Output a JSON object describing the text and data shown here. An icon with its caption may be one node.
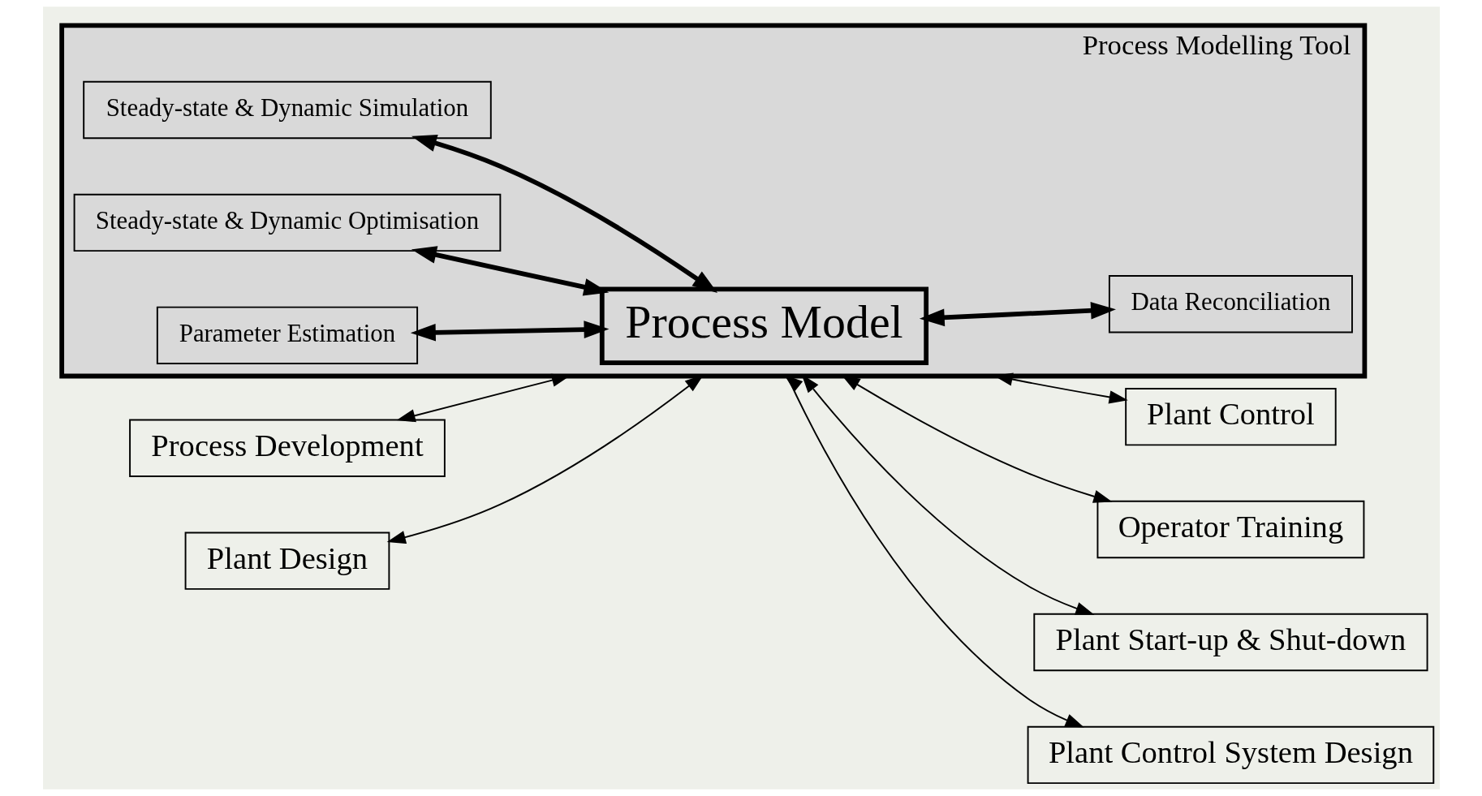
{
  "diagram": {
    "nodes": [
      {
        "text": [
          "Process Modelling Tool"
        ]
      },
      {
        "text": [
          "Steady-state & Dynamic Simulation"
        ],
        "in": 0
      },
      {
        "text": [
          "Steady-state & Dynamic Optimisation"
        ],
        "in": 0
      },
      {
        "text": [
          "Process Model"
        ],
        "in": 0
      },
      {
        "text": [
          "Parameter Estimation"
        ],
        "in": 0
      },
      {
        "text": [
          "Data Reconciliation"
        ],
        "in": 0
      },
      {
        "text": [
          "Process Development"
        ]
      },
      {
        "text": [
          "Plant Design"
        ]
      },
      {
        "text": [
          "Plant Control"
        ]
      },
      {
        "text": [
          "Operator Training"
        ]
      },
      {
        "text": [
          "Plant Start-up & Shut-down"
        ]
      },
      {
        "text": [
          "Plant Control System Design"
        ]
      }
    ],
    "edges": [
      {
        "from": 1,
        "to": 3,
        "arrow": "both",
        "style": "thick"
      },
      {
        "from": 2,
        "to": 3,
        "arrow": "both",
        "style": "thick"
      },
      {
        "from": 4,
        "to": 3,
        "arrow": "both",
        "style": "thick"
      },
      {
        "from": 3,
        "to": 5,
        "arrow": "both",
        "style": "thick"
      },
      {
        "from": 6,
        "to": 0,
        "arrow": "both"
      },
      {
        "from": 7,
        "to": 0,
        "arrow": "both"
      },
      {
        "from": 0,
        "to": 8,
        "arrow": "both"
      },
      {
        "from": 0,
        "to": 9,
        "arrow": "both"
      },
      {
        "from": 0,
        "to": 10,
        "arrow": "both"
      },
      {
        "from": 0,
        "to": 11,
        "arrow": "both"
      }
    ]
  }
}
